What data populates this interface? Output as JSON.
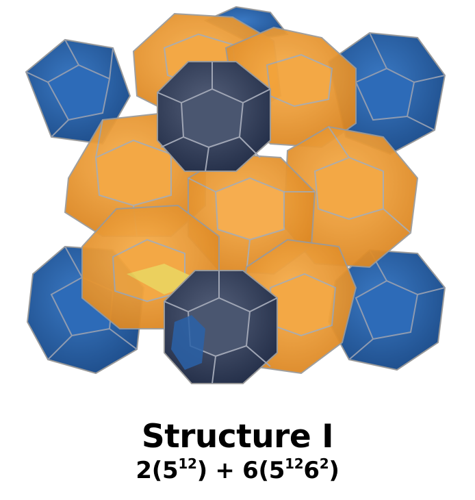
{
  "caption": {
    "title": "Structure I",
    "formula": {
      "p1": "2(5",
      "s1": "12",
      "p2": ") + 6(5",
      "s2": "12",
      "p3": "6",
      "s3": "2",
      "p4": ")"
    }
  },
  "colors": {
    "small_cage": "#2a62a8",
    "small_cage_dark": "#1d3f6e",
    "large_cage": "#f29a2c",
    "large_cage_light": "#f7b45a",
    "cage_edge": "#9a9a9a",
    "highlight": "#e8d65a"
  }
}
